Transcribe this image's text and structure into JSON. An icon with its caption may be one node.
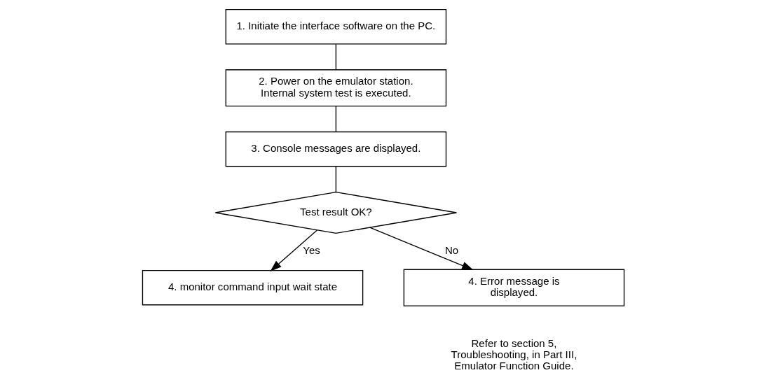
{
  "diagram": {
    "nodes": [
      {
        "text": [
          "1. Initiate the interface software on the PC."
        ]
      },
      {
        "text": [
          "2. Power on the emulator station.  Internal system test is executed."
        ]
      },
      {
        "text": [
          "3. Console messages are displayed."
        ]
      },
      {
        "text": [
          "Test result OK?"
        ]
      },
      {
        "text": [
          "4. monitor command input wait state"
        ]
      },
      {
        "text": [
          "4. Error message is displayed."
        ],
        "beside": [
          "Refer to section 5, Troubleshooting, in Part III, Emulator Function Guide."
        ]
      }
    ],
    "edges": [
      {
        "from": 0,
        "to": 1,
        "arrow": "none"
      },
      {
        "from": 1,
        "to": 2,
        "arrow": "none"
      },
      {
        "from": 2,
        "to": 3,
        "arrow": "none"
      },
      {
        "from": 3,
        "to": 4,
        "arrow": "to",
        "label": "Yes"
      },
      {
        "from": 3,
        "to": 5,
        "arrow": "to",
        "label": "No"
      }
    ]
  }
}
